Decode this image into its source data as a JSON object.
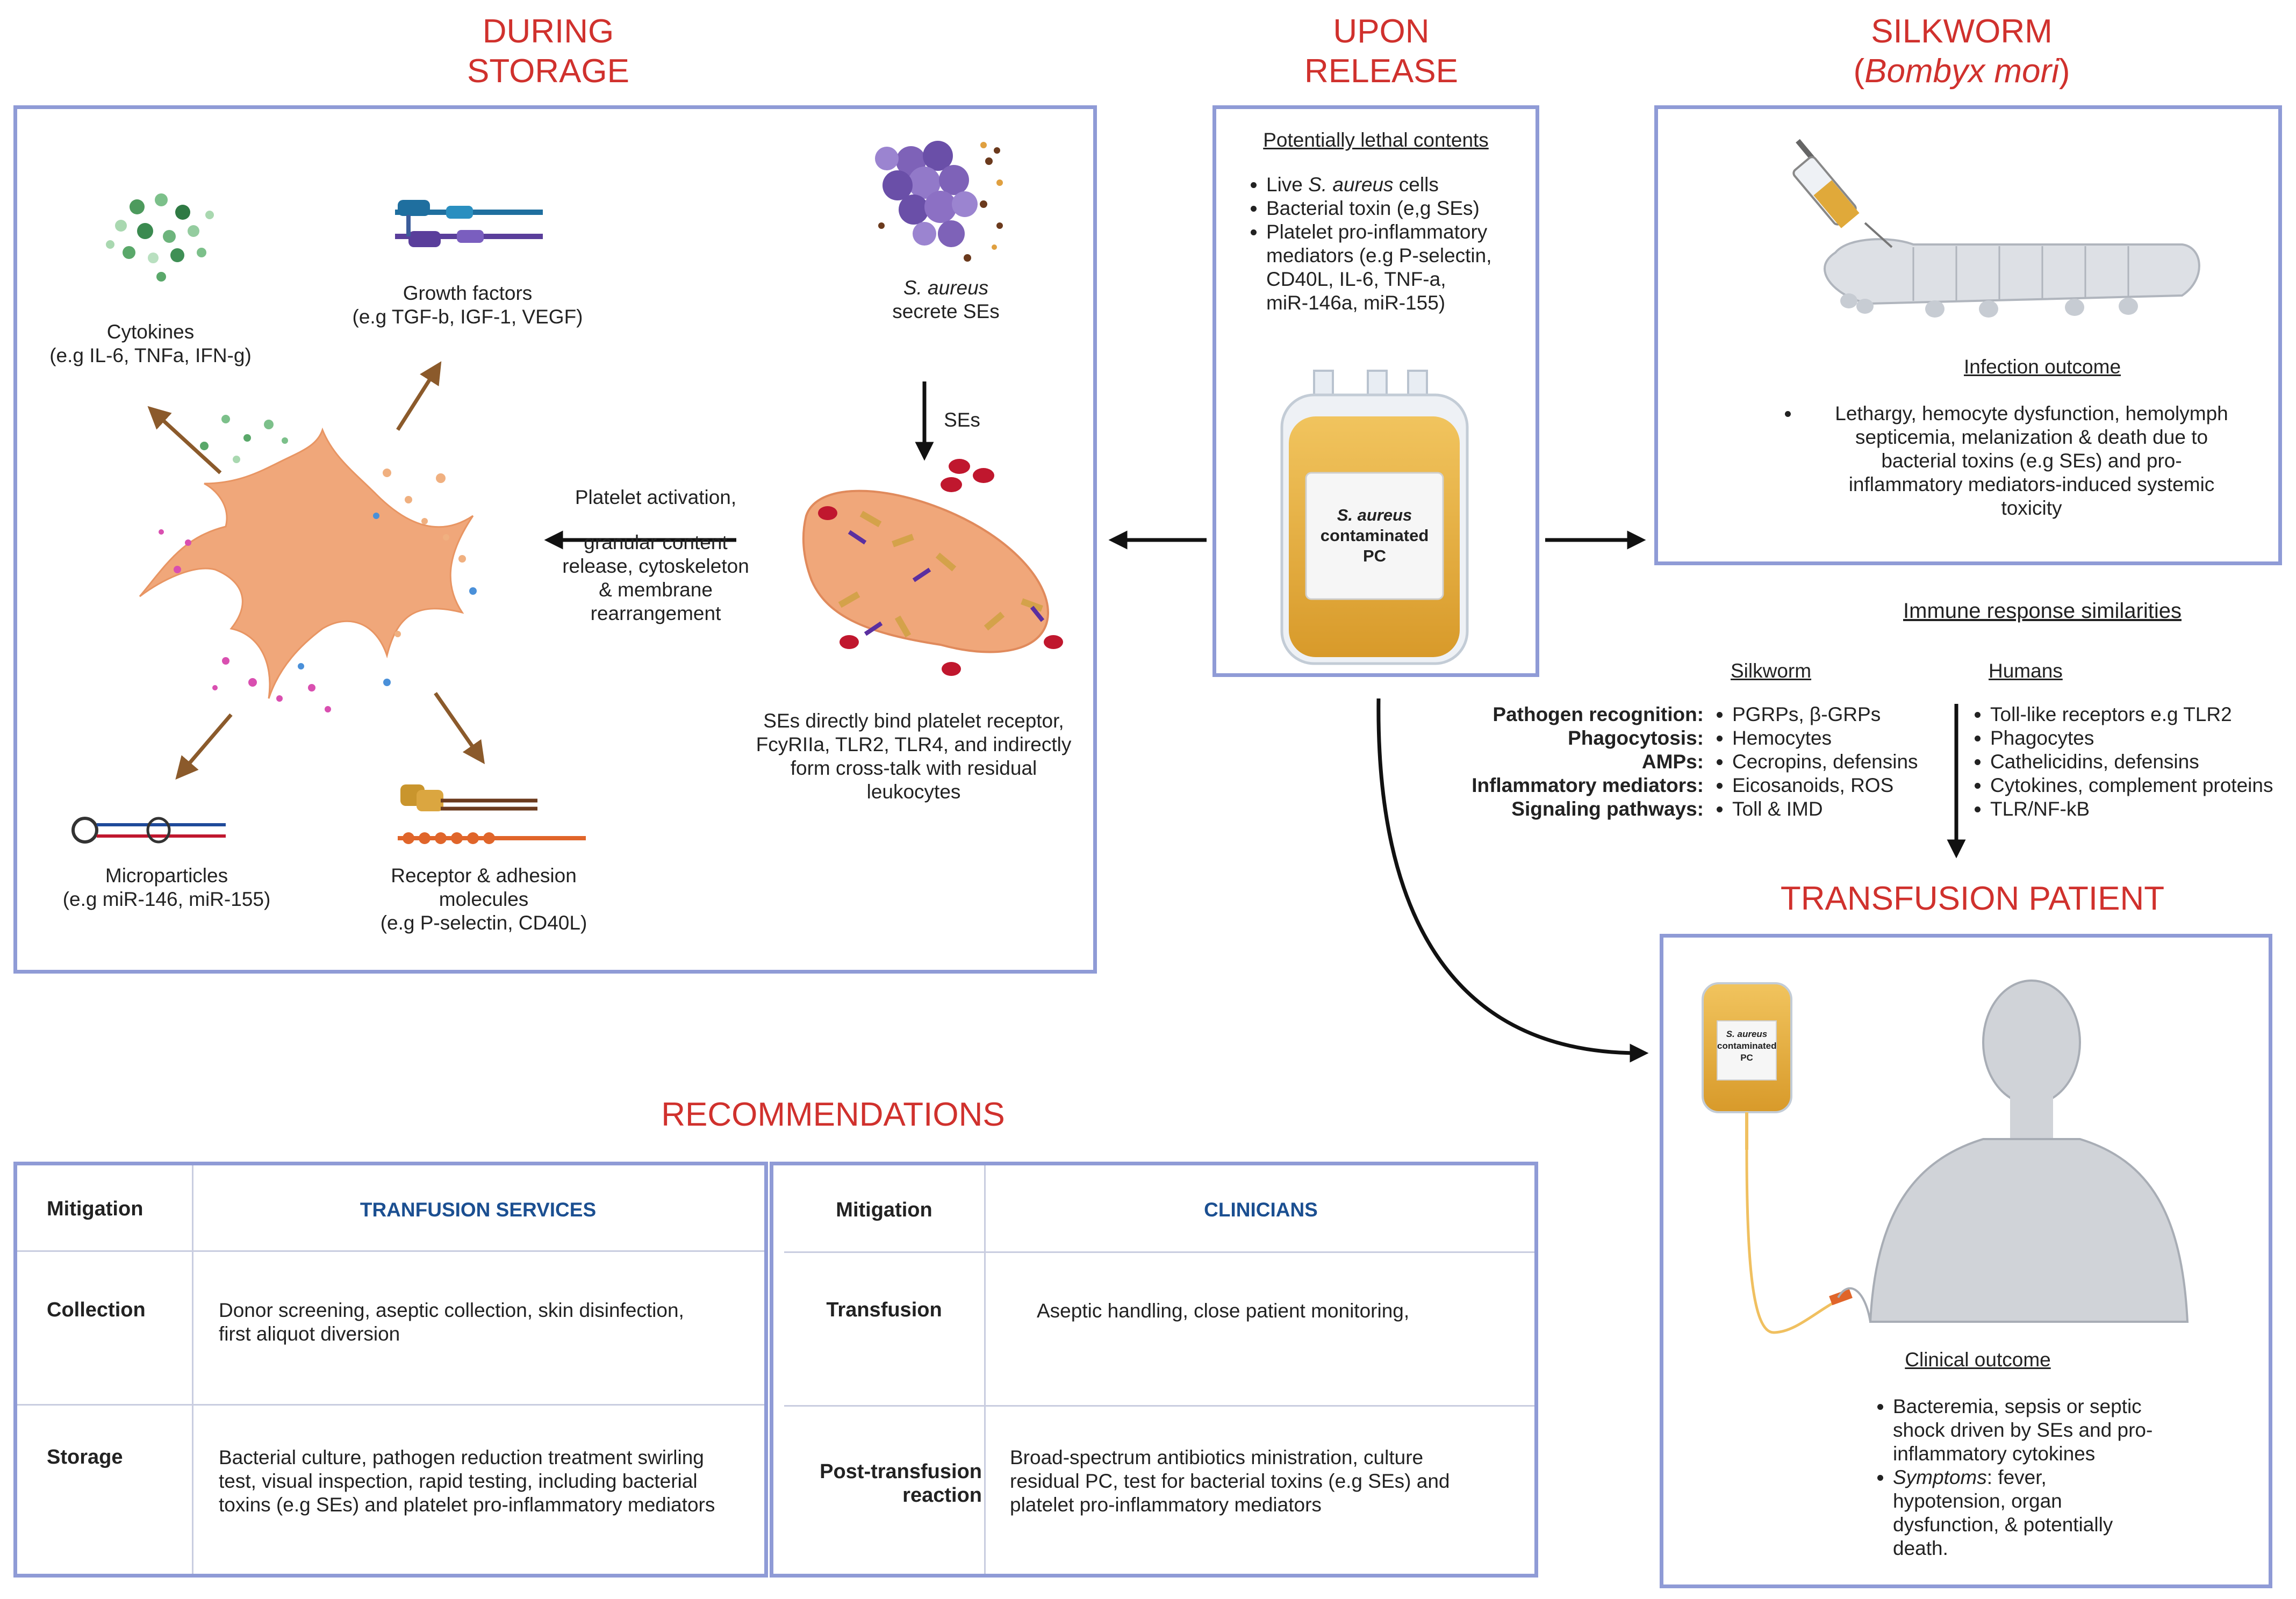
{
  "headings": {
    "storage": "DURING\nSTORAGE",
    "storage_l1": "DURING",
    "storage_l2": "STORAGE",
    "release_l1": "UPON",
    "release_l2": "RELEASE",
    "silkworm_l1": "SILKWORM",
    "silkworm_l2_open": "(",
    "silkworm_l2_name": "Bombyx mori",
    "silkworm_l2_close": ")",
    "transfusion": "TRANSFUSION PATIENT",
    "recommendations": "RECOMMENDATIONS"
  },
  "storage": {
    "cytokines": [
      "Cytokines",
      "(e.g IL-6, TNFa, IFN-g)"
    ],
    "growth": [
      "Growth factors",
      "(e.g TGF-b, IGF-1, VEGF)"
    ],
    "microparticles": [
      "Microparticles",
      "(e.g miR-146, miR-155)"
    ],
    "receptor": [
      "Receptor & adhesion",
      "molecules",
      "(e.g P-selectin, CD40L)"
    ],
    "saureus_italic": "S. aureus",
    "saureus_rest": "secrete SEs",
    "ses": "SEs",
    "activation": [
      "Platelet activation,",
      "granular content",
      "release, cytoskeleton",
      "& membrane",
      "rearrangement"
    ],
    "bind": [
      "SEs directly bind platelet receptor,",
      "FcyRIIa, TLR2, TLR4, and indirectly",
      "form cross-talk with residual",
      "leukocytes"
    ]
  },
  "release": {
    "title": "Potentially lethal contents",
    "item1_pre": "Live ",
    "item1_ital": "S. aureus",
    "item1_post": " cells",
    "item2": "Bacterial toxin (e,g SEs)",
    "item3": [
      "Platelet pro-inflammatory",
      "mediators (e.g P-selectin,",
      "CD40L, IL-6, TNF-a,",
      "miR-146a, miR-155)"
    ],
    "bag_ital": "S. aureus",
    "bag_l2": "contaminated",
    "bag_l3": "PC"
  },
  "silkworm": {
    "title": "Infection outcome",
    "outcome": [
      "Lethargy, hemocyte dysfunction, hemolymph",
      "septicemia, melanization & death due to",
      "bacterial toxins (e.g SEs)  and pro-",
      "inflammatory mediators-induced systemic",
      "toxicity"
    ]
  },
  "immune": {
    "title": "Immune response similarities",
    "col_silkworm": "Silkworm",
    "col_humans": "Humans",
    "rows": [
      {
        "label": "Pathogen recognition:",
        "silkworm": "PGRPs, β-GRPs",
        "humans": "Toll-like receptors e.g TLR2"
      },
      {
        "label": "Phagocytosis:",
        "silkworm": "Hemocytes",
        "humans": "Phagocytes"
      },
      {
        "label": "AMPs:",
        "silkworm": "Cecropins, defensins",
        "humans": "Cathelicidins, defensins"
      },
      {
        "label": "Inflammatory mediators:",
        "silkworm": "Eicosanoids, ROS",
        "humans": "Cytokines, complement proteins"
      },
      {
        "label": "Signaling pathways:",
        "silkworm": "Toll & IMD",
        "humans": "TLR/NF-kB"
      }
    ]
  },
  "patient": {
    "bag_ital": "S. aureus",
    "bag_l2": "contaminated",
    "bag_l3": "PC",
    "title": "Clinical outcome",
    "item1": [
      "Bacteremia, sepsis or septic",
      "shock driven by SEs and pro-",
      "inflammatory cytokines"
    ],
    "item2_ital": "Symptoms",
    "item2_rest": ": fever,",
    "item2_lines": [
      "hypotension, organ",
      "dysfunction, & potentially",
      "death."
    ]
  },
  "rec_left": {
    "header_left": "Mitigation",
    "header_right": "TRANFUSION SERVICES",
    "rows": [
      {
        "label": "Collection",
        "text": [
          "Donor screening, aseptic collection, skin disinfection,",
          "first aliquot diversion"
        ]
      },
      {
        "label": "Storage",
        "text": [
          "Bacterial culture, pathogen reduction treatment swirling",
          "test, visual inspection, rapid testing, including bacterial",
          "toxins (e.g SEs) and platelet pro-inflammatory mediators"
        ]
      }
    ]
  },
  "rec_right": {
    "header_left": "Mitigation",
    "header_right": "CLINICIANS",
    "rows": [
      {
        "label": [
          "Transfusion"
        ],
        "text": [
          "Aseptic handling, close patient monitoring,"
        ]
      },
      {
        "label": [
          "Post-transfusion",
          "reaction"
        ],
        "text": [
          "Broad-spectrum antibiotics ministration, culture",
          "residual PC, test for bacterial toxins (e.g SEs) and",
          "platelet pro-inflammatory mediators"
        ]
      }
    ]
  },
  "colors": {
    "heading": "#d0312d",
    "border": "#8f9bd6",
    "platelet": "#f0a77a",
    "bag": "#e0a93a",
    "arrow_brown": "#8b5a2b",
    "blue_text": "#1b4f91"
  }
}
